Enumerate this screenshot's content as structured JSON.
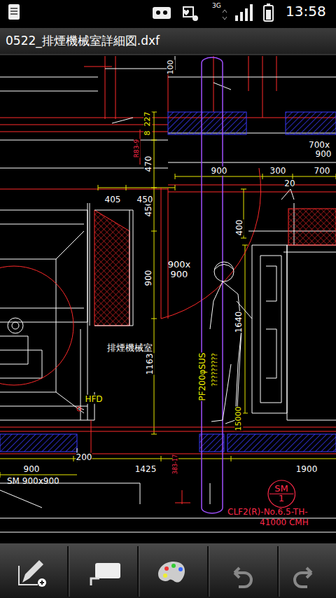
{
  "diagram": {
    "title": "0522_排煙機械室詳細図.dxf",
    "nodes": [
      {
        "text": [
          "SM",
          "1"
        ]
      }
    ],
    "labels": [
      "3G",
      "13:58",
      "100",
      "227",
      "8",
      "R83-9",
      "470",
      "450",
      "405",
      "450",
      "900",
      "300",
      "700",
      "700x",
      "900",
      "20",
      "400",
      "900x 900",
      "900",
      "1640",
      "1163",
      "排煙機械室",
      "HFD",
      "PF200φSUS",
      "?????????",
      "15000",
      "200",
      "900",
      "1425",
      "1900",
      "SM 900x900",
      "383-17",
      "CLF2(R)-No.6.5-TH-",
      "41000 CMH"
    ]
  }
}
